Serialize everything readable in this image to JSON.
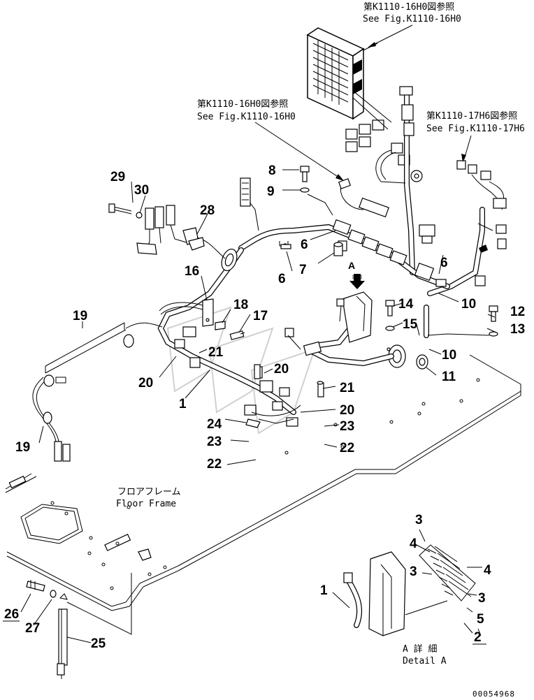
{
  "references": {
    "top": {
      "jp": "第K1110-16H0図参照",
      "en": "See Fig.K1110-16H0"
    },
    "mid_left": {
      "jp": "第K1110-16H0図参照",
      "en": "See Fig.K1110-16H0"
    },
    "mid_right": {
      "jp": "第K1110-17H6図参照",
      "en": "See Fig.K1110-17H6"
    }
  },
  "floor_frame": {
    "jp": "フロアフレーム",
    "en": "Floor Frame"
  },
  "detail": {
    "jp": "A 詳 細",
    "en": "Detail A",
    "marker": "A"
  },
  "drawing_code": "00054968",
  "callouts": {
    "c1": "1",
    "c2": "2",
    "c3": "3",
    "c4": "4",
    "c5": "5",
    "c6": "6",
    "c7": "7",
    "c8": "8",
    "c9": "9",
    "c10": "10",
    "c11": "11",
    "c12": "12",
    "c13": "13",
    "c14": "14",
    "c15": "15",
    "c16": "16",
    "c17": "17",
    "c18": "18",
    "c19": "19",
    "c20": "20",
    "c21": "21",
    "c22": "22",
    "c23": "23",
    "c24": "24",
    "c25": "25",
    "c26": "26",
    "c27": "27",
    "c28": "28",
    "c29": "29",
    "c30": "30"
  }
}
